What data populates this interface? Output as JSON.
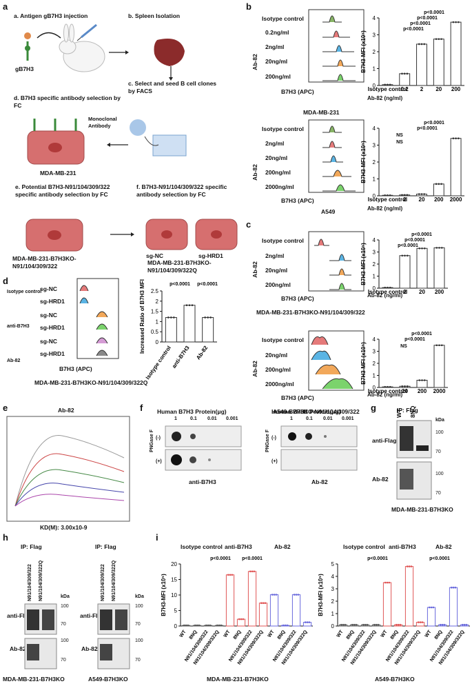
{
  "panel_letters": [
    "a",
    "b",
    "c",
    "d",
    "e",
    "f",
    "g",
    "h",
    "i"
  ],
  "panel_a": {
    "step_a": "a. Antigen gB7H3 injection",
    "antigen": "gB7H3",
    "step_b": "b. Spleen Isolation",
    "step_c": "c. Select and seed B cell clones by FACS",
    "step_d": "d. B7H3 specific antibody selection by FC",
    "mono_label": "Monoclonal Antibody",
    "cell_d": "MDA-MB-231",
    "step_e": "e. Potential B7H3-N91/104/309/322 specific antibody selection by FC",
    "cell_e": "MDA-MB-231-B7H3KO-N91/104/309/322",
    "step_f": "f. B7H3-N91/104/309/322 specific antibody selection by FC",
    "cell_f1": "sg-NC",
    "cell_f2": "sg-HRD1",
    "cell_f_full": "MDA-MB-231-B7H3KO-N91/104/309/322Q"
  },
  "panel_b": {
    "top": {
      "hist_rows": [
        "Isotype control",
        "0.2ng/ml",
        "2ng/ml",
        "20ng/ml",
        "200ng/ml"
      ],
      "group": "Ab-82",
      "xlabel": "B7H3 (APC)",
      "cell": "MDA-MB-231",
      "pvals": [
        "p<0.0001",
        "p<0.0001",
        "p<0.0001",
        "p<0.0001"
      ]
    },
    "bottom": {
      "hist_rows": [
        "Isotype control",
        "2ng/ml",
        "20ng/ml",
        "200ng/ml",
        "2000ng/ml"
      ],
      "group": "Ab-82",
      "xlabel": "B7H3 (APC)",
      "cell": "A549",
      "pvals": [
        "p<0.0001",
        "p<0.0001",
        "NS",
        "NS"
      ]
    }
  },
  "panel_c": {
    "top": {
      "hist_rows": [
        "Isotype control",
        "2ng/ml",
        "20ng/ml",
        "200ng/ml"
      ],
      "group": "Ab-82",
      "xlabel": "B7H3 (APC)",
      "cell": "MDA-MB-231-B7H3KO-N91/104/309/322",
      "pvals": [
        "p<0.0001",
        "p<0.0001",
        "p<0.0001"
      ]
    },
    "bottom": {
      "hist_rows": [
        "Isotype control",
        "20ng/ml",
        "200ng/ml",
        "2000ng/ml"
      ],
      "group": "Ab-82",
      "xlabel": "B7H3 (APC)",
      "cell": "A549-B7H3KO-N91/104/309/322",
      "pvals": [
        "p<0.0001",
        "p<0.0001",
        "NS"
      ]
    }
  },
  "panel_d": {
    "groups": [
      "Isotype control",
      "anti-B7H3",
      "Ab-82"
    ],
    "rows": [
      "sg-NC",
      "sg-HRD1",
      "sg-NC",
      "sg-HRD1",
      "sg-NC",
      "sg-HRD1"
    ],
    "xlabel": "B7H3 (APC)",
    "cell": "MDA-MB-231-B7H3KO-N91/104/309/322Q",
    "pvals": [
      "p<0.0001",
      "p<0.0001"
    ]
  },
  "panel_e": {
    "title": "Ab-82",
    "kd": "KD(M): 3.00x10-9"
  },
  "panel_f": {
    "title": "Human B7H3 Protein(μg)",
    "amounts": [
      "1",
      "0.1",
      "0.01",
      "0.001"
    ],
    "row_group": "PNGase F",
    "rows": [
      "(-)",
      "(+)"
    ],
    "blot1": "anti-B7H3",
    "blot2": "Ab-82"
  },
  "panel_g": {
    "ip": "IP: Flag",
    "lanes": [
      "WT",
      "8NQ"
    ],
    "kda": "kDa",
    "rows": [
      "anti-Flag",
      "Ab-82"
    ],
    "markers": [
      "100",
      "70",
      "100",
      "70"
    ],
    "cell": "MDA-MB-231-B7H3KO"
  },
  "panel_h": {
    "ip": "IP: Flag",
    "lanes": [
      "N91/104/309/322",
      "N91/104/309/322Q"
    ],
    "kda": "kDa",
    "rows": [
      "anti-Flag",
      "Ab-82"
    ],
    "markers": [
      "100",
      "70",
      "100",
      "70"
    ],
    "cell1": "MDA-MB-231-B7H3KO",
    "cell2": "A549-B7H3KO"
  },
  "panel_i": {
    "groups": [
      "Isotype control",
      "anti-B7H3",
      "Ab-82"
    ],
    "categories": [
      "WT",
      "8NQ",
      "N91/104/309/322",
      "N91/104/309/322Q"
    ],
    "cell1": "MDA-MB-231-B7H3KO",
    "cell2": "A549-B7H3KO",
    "pvals": [
      "p<0.0001",
      "p<0.0001",
      "p<0.0001",
      "p<0.0001"
    ]
  },
  "chart_data": [
    {
      "id": "b-top",
      "type": "bar",
      "categories": [
        "Isotype control",
        "0.2",
        "2",
        "20",
        "200"
      ],
      "values": [
        0.05,
        0.7,
        2.45,
        2.75,
        3.75
      ],
      "ylabel": "B7H3-MFI (x10⁵)",
      "xlabel": "Ab-82 (ng/ml)",
      "ylim": [
        0,
        4
      ],
      "yticks": [
        0,
        1,
        2,
        3,
        4
      ]
    },
    {
      "id": "b-bottom",
      "type": "bar",
      "categories": [
        "Isotype control",
        "2",
        "20",
        "200",
        "2000"
      ],
      "values": [
        0.03,
        0.05,
        0.1,
        0.7,
        3.4
      ],
      "ylabel": "B7H3-MFI (x10⁵)",
      "xlabel": "Ab-82 (ng/ml)",
      "ylim": [
        0,
        4
      ],
      "yticks": [
        0,
        1,
        2,
        3,
        4
      ]
    },
    {
      "id": "c-top",
      "type": "bar",
      "categories": [
        "Isotype control",
        "2",
        "20",
        "200"
      ],
      "values": [
        0.05,
        2.7,
        3.3,
        3.35
      ],
      "ylabel": "B7H3-MFI (x10⁵)",
      "xlabel": "Ab-82 (ng/ml)",
      "ylim": [
        0,
        4
      ],
      "yticks": [
        0,
        1,
        2,
        3,
        4
      ]
    },
    {
      "id": "c-bottom",
      "type": "bar",
      "categories": [
        "Isotype control",
        "20",
        "200",
        "2000"
      ],
      "values": [
        0.05,
        0.1,
        0.6,
        3.5
      ],
      "ylabel": "B7H3-MFI (x10⁵)",
      "xlabel": "Ab-82 (ng/ml)",
      "ylim": [
        0,
        4
      ],
      "yticks": [
        0,
        1,
        2,
        3,
        4
      ]
    },
    {
      "id": "d",
      "type": "bar",
      "categories": [
        "Isotype control",
        "anti-B7H3",
        "Ab-82"
      ],
      "values": [
        1.2,
        1.8,
        1.2
      ],
      "ylabel": "Increased Ratio of B7H3 MFI",
      "ylim": [
        0,
        2.5
      ],
      "yticks": [
        0,
        0.5,
        1,
        1.5,
        2,
        2.5
      ]
    },
    {
      "id": "i-left",
      "type": "bar",
      "categories": [
        "WT",
        "8NQ",
        "N91/104/309/322",
        "N91/104/309/322Q",
        "WT",
        "8NQ",
        "N91/104/309/322",
        "N91/104/309/322Q",
        "WT",
        "8NQ",
        "N91/104/309/322",
        "N91/104/309/322Q"
      ],
      "values": [
        0.2,
        0.2,
        0.2,
        0.2,
        16.5,
        2.2,
        17.6,
        7.4,
        10.1,
        0.2,
        10.1,
        1.2
      ],
      "colors": [
        "#555",
        "#555",
        "#555",
        "#555",
        "#e05555",
        "#e05555",
        "#e05555",
        "#e05555",
        "#6a6adc",
        "#6a6adc",
        "#6a6adc",
        "#6a6adc"
      ],
      "ylabel": "B7H3-MFI (x10⁵)",
      "ylim": [
        0,
        20
      ],
      "yticks": [
        0,
        5,
        10,
        15,
        20
      ]
    },
    {
      "id": "i-right",
      "type": "bar",
      "categories": [
        "WT",
        "8NQ",
        "N91/104/309/322",
        "N91/104/309/322Q",
        "WT",
        "8NQ",
        "N91/104/309/322",
        "N91/104/309/322Q",
        "WT",
        "8NQ",
        "N91/104/309/322",
        "N91/104/309/322Q"
      ],
      "values": [
        0.1,
        0.1,
        0.1,
        0.1,
        3.5,
        0.1,
        4.8,
        0.3,
        1.5,
        0.1,
        3.1,
        0.1
      ],
      "colors": [
        "#555",
        "#555",
        "#555",
        "#555",
        "#e05555",
        "#e05555",
        "#e05555",
        "#e05555",
        "#6a6adc",
        "#6a6adc",
        "#6a6adc",
        "#6a6adc"
      ],
      "ylabel": "B7H3-MFI (x10⁵)",
      "ylim": [
        0,
        5
      ],
      "yticks": [
        0,
        1,
        2,
        3,
        4,
        5
      ]
    }
  ]
}
